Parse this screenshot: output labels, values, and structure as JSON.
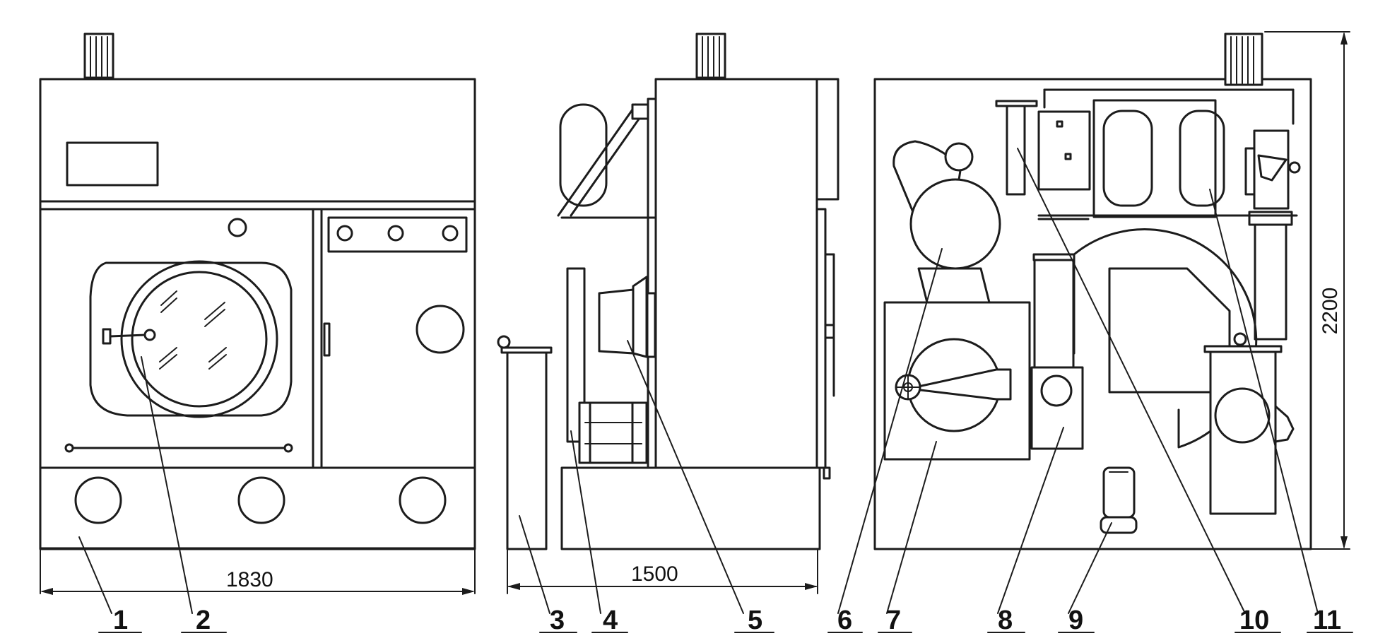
{
  "dimensions": {
    "front_width": "1830",
    "side_depth": "1500",
    "height": "2200"
  },
  "callouts": [
    "1",
    "2",
    "3",
    "4",
    "5",
    "6",
    "7",
    "8",
    "9",
    "10",
    "11"
  ],
  "colors": {
    "ink": "#1c1c1c",
    "paper": "#ffffff"
  }
}
